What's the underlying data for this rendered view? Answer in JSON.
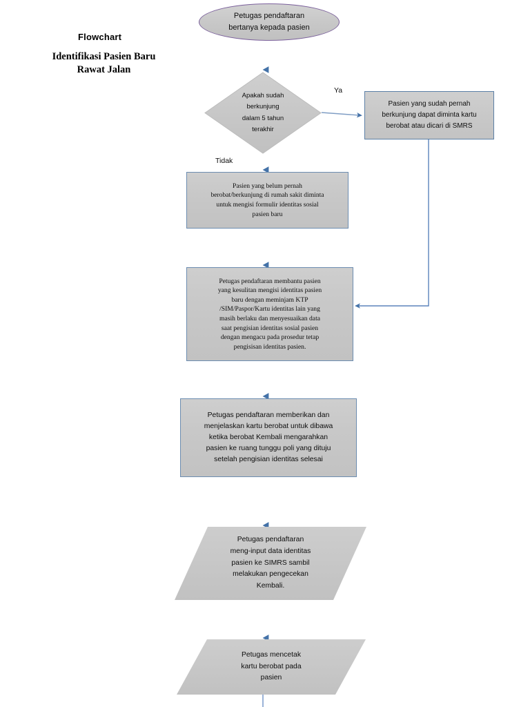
{
  "diagram": {
    "title_line1": "Flowchart",
    "title_line2": "Identifikasi Pasien Baru\nRawat Jalan",
    "colors": {
      "shape_fill": "#c8c8c8",
      "start_border": "#7a5f9b",
      "process_border": "#6b8cb0",
      "highlight_border": "#5b7fa6",
      "connector": "#8faad4",
      "arrowhead": "#4472a8",
      "text": "#0d0d0d"
    },
    "nodes": {
      "start": {
        "shape": "ellipse",
        "text": "Petugas pendaftaran\nbertanya kepada pasien"
      },
      "decision": {
        "shape": "diamond",
        "text": "Apakah sudah\nberkunjung\ndalam 5 tahun\nterakhir"
      },
      "returning_patient": {
        "shape": "rectangle",
        "text": "Pasien yang sudah pernah\nberkunjung dapat diminta kartu\nberobat atau dicari di SMRS"
      },
      "new_patient_form": {
        "shape": "rectangle",
        "text": "Pasien yang belum pernah\nberobat/berkunjung di rumah sakit diminta\nuntuk mengisi formulir identitas sosial\npasien baru"
      },
      "assist_identity": {
        "shape": "rectangle",
        "text": "Petugas pendaftaran membantu pasien\nyang kesulitan mengisi identitas pasien\nbaru dengan meminjam KTP\n/SIM/Paspor/Kartu identitas lain yang\nmasih berlaku dan menyesuaikan data\nsaat pengisian identitas sosial pasien\ndengan mengacu pada prosedur tetap\npengisisan identitas pasien."
      },
      "give_card": {
        "shape": "rectangle",
        "text": "Petugas pendaftaran memberikan dan\nmenjelaskan kartu berobat untuk dibawa\nketika berobat Kembali mengarahkan\npasien ke ruang tunggu poli yang dituju\nsetelah pengisian identitas selesai"
      },
      "input_simrs": {
        "shape": "parallelogram",
        "text": "Petugas pendaftaran\nmeng-input data identitas\npasien ke SIMRS sambil\nmelakukan pengecekan\nKembali."
      },
      "print_card": {
        "shape": "parallelogram",
        "text": "Petugas mencetak\nkartu berobat pada\npasien"
      }
    },
    "edge_labels": {
      "yes": "Ya",
      "no": "Tidak"
    }
  }
}
